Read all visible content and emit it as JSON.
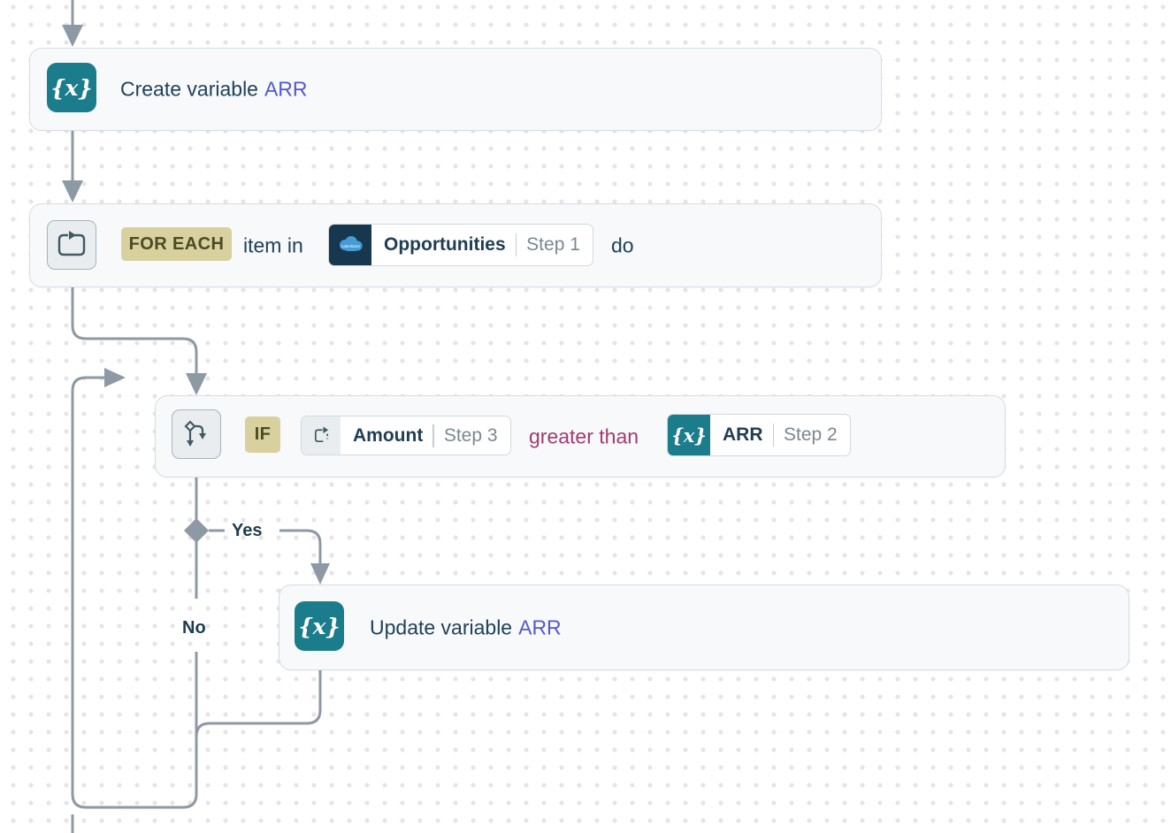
{
  "canvas": {
    "background": "#ffffff",
    "dot_color": "#e4e4ea",
    "connector_color": "#8d99a4"
  },
  "colors": {
    "variable_teal": "#1b7c8c",
    "keyword_khaki": "#d8d19e",
    "text_navy": "#21415a",
    "variable_purple": "#5558cf",
    "operator_magenta": "#a33b70",
    "salesforce_navy": "#16374d",
    "salesforce_blue": "#459bd6"
  },
  "icons": {
    "variable_glyph": "{x}",
    "salesforce_label": "salesforce"
  },
  "nodes": {
    "create_variable": {
      "title": "Create variable",
      "variable": "ARR"
    },
    "for_each": {
      "keyword": "FOR EACH",
      "item_in": "item in",
      "do_label": "do",
      "source": {
        "name": "Opportunities",
        "step": "Step 1"
      }
    },
    "if": {
      "keyword": "IF",
      "left": {
        "name": "Amount",
        "step": "Step 3"
      },
      "operator": "greater than",
      "right": {
        "name": "ARR",
        "step": "Step 2"
      }
    },
    "update_variable": {
      "title": "Update variable",
      "variable": "ARR"
    }
  },
  "branch": {
    "yes": "Yes",
    "no": "No"
  }
}
